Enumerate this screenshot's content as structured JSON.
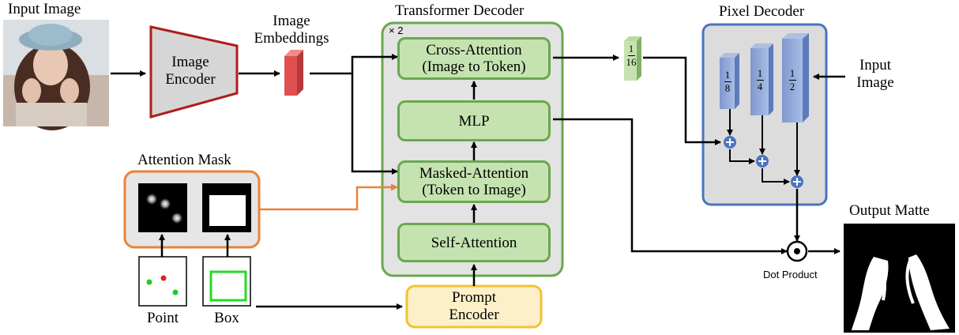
{
  "input": {
    "title": "Input Image"
  },
  "encoder": {
    "label_line1": "Image",
    "label_line2": "Encoder"
  },
  "embeddings": {
    "line1": "Image",
    "line2": "Embeddings"
  },
  "transformer": {
    "title": "Transformer Decoder",
    "repeat": "× 2",
    "cross_attention": {
      "line1": "Cross-Attention",
      "line2": "(Image to Token)"
    },
    "mlp": "MLP",
    "masked_attention": {
      "line1": "Masked-Attention",
      "line2": "(Token to Image)"
    },
    "self_attention": "Self-Attention"
  },
  "prompt_encoder": {
    "line1": "Prompt",
    "line2": "Encoder"
  },
  "attention_mask": {
    "title": "Attention Mask"
  },
  "prompts": {
    "point": "Point",
    "box": "Box"
  },
  "scale_16": {
    "num": "1",
    "den": "16"
  },
  "pixel_decoder": {
    "title": "Pixel Decoder",
    "levels": [
      {
        "num": "1",
        "den": "8"
      },
      {
        "num": "1",
        "den": "4"
      },
      {
        "num": "1",
        "den": "2"
      }
    ],
    "input_line1": "Input",
    "input_line2": "Image"
  },
  "dot_product": "Dot Product",
  "output": {
    "title": "Output Matte"
  },
  "colors": {
    "green_fill": "#c5e3b0",
    "green_border": "#6aa84f",
    "orange_border": "#e8833a",
    "yellow_border": "#f2c230",
    "yellow_fill": "#fdf0c9",
    "blue_border": "#4a74c0",
    "red_border": "#b01c1c",
    "embedding_red": "#e05050"
  }
}
